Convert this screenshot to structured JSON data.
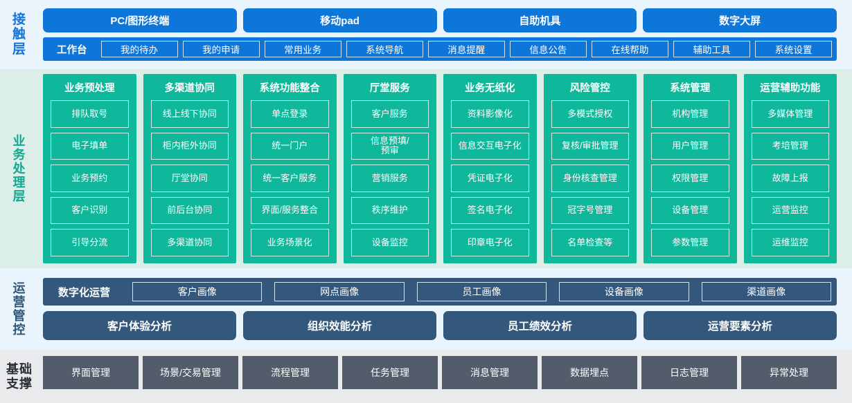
{
  "layers": {
    "contact": {
      "label": "接触层",
      "accent": "#0f76d9",
      "background": "#e9f4fd",
      "channels": [
        "PC/图形终端",
        "移动pad",
        "自助机具",
        "数字大屏"
      ],
      "function_bar": {
        "title": "工作台",
        "items": [
          "我的待办",
          "我的申请",
          "常用业务",
          "系统导航",
          "消息提醒",
          "信息公告",
          "在线帮助",
          "辅助工具",
          "系统设置"
        ]
      }
    },
    "business": {
      "label": "业务处理层",
      "accent": "#0fb79b",
      "background": "#dbeee8",
      "columns": [
        {
          "title": "业务预处理",
          "items": [
            "排队取号",
            "电子填单",
            "业务预约",
            "客户识别",
            "引导分流"
          ]
        },
        {
          "title": "多渠道协同",
          "items": [
            "线上线下协同",
            "柜内柜外协同",
            "厅堂协同",
            "前后台协同",
            "多渠道协同"
          ]
        },
        {
          "title": "系统功能整合",
          "items": [
            "单点登录",
            "统一门户",
            "统一客户服务",
            "界面/服务整合",
            "业务场景化"
          ]
        },
        {
          "title": "厅堂服务",
          "items": [
            "客户服务",
            "信息预填/\n预审",
            "营销服务",
            "秩序维护",
            "设备监控"
          ]
        },
        {
          "title": "业务无纸化",
          "items": [
            "资料影像化",
            "信息交互电子化",
            "凭证电子化",
            "签名电子化",
            "印章电子化"
          ]
        },
        {
          "title": "风险管控",
          "items": [
            "多模式授权",
            "复核/审批管理",
            "身份核查管理",
            "冠字号管理",
            "名单检查等"
          ]
        },
        {
          "title": "系统管理",
          "items": [
            "机构管理",
            "用户管理",
            "权限管理",
            "设备管理",
            "参数管理"
          ]
        },
        {
          "title": "运营辅助功能",
          "items": [
            "多媒体管理",
            "考培管理",
            "故障上报",
            "运营监控",
            "运维监控"
          ]
        }
      ]
    },
    "operations": {
      "label": "运营管控",
      "accent": "#33587c",
      "background": "#e9f4fd",
      "portrait_bar": {
        "title": "数字化运营",
        "items": [
          "客户画像",
          "网点画像",
          "员工画像",
          "设备画像",
          "渠道画像"
        ]
      },
      "analysis_cards": [
        "客户体验分析",
        "组织效能分析",
        "员工绩效分析",
        "运营要素分析"
      ]
    },
    "base": {
      "label": "基础支撑",
      "label_lines": [
        "基础",
        "支撑"
      ],
      "accent": "#535c6b",
      "background": "#e8eaec",
      "items": [
        "界面管理",
        "场景/交易管理",
        "流程管理",
        "任务管理",
        "消息管理",
        "数据埋点",
        "日志管理",
        "异常处理"
      ]
    }
  }
}
